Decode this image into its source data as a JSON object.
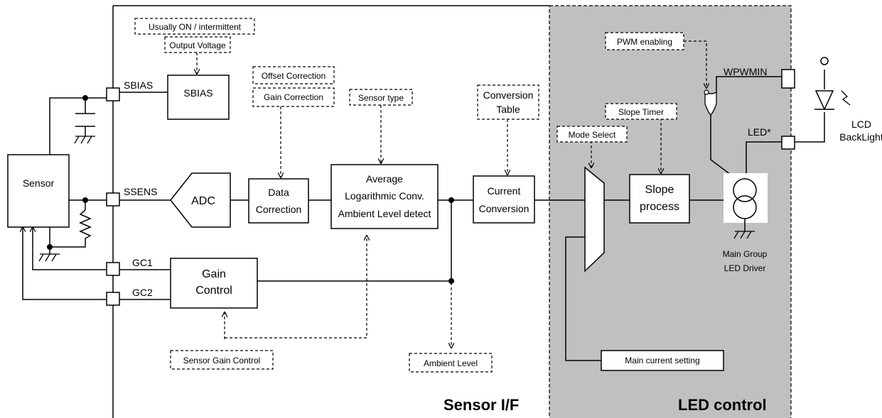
{
  "regions": {
    "sensor_if": "Sensor I/F",
    "led_control": "LED control"
  },
  "colors": {
    "led_region_fill": "#c0c0c0",
    "line": "#000000",
    "box_fill": "#ffffff"
  },
  "blocks": {
    "sensor": "Sensor",
    "sbias": "SBIAS",
    "adc": "ADC",
    "data_correction": [
      "Data",
      "Correction"
    ],
    "average": [
      "Average",
      "Logarithmic Conv.",
      "Ambient Level detect"
    ],
    "current_conversion": [
      "Current",
      "Conversion"
    ],
    "gain_control": [
      "Gain",
      "Control"
    ],
    "slope_process": [
      "Slope",
      "process"
    ],
    "main_current_setting": "Main current setting"
  },
  "pins": {
    "sbias": "SBIAS",
    "ssens": "SSENS",
    "gc1": "GC1",
    "gc2": "GC2",
    "wpwmin": "WPWMIN",
    "led": "LED*"
  },
  "settings": {
    "usually_on": "Usually ON / intermittent",
    "output_voltage": "Output Voltage",
    "offset_correction": "Offset Correction",
    "gain_correction": "Gain Correction",
    "sensor_type": "Sensor type",
    "conversion_table": [
      "Conversion",
      "Table"
    ],
    "mode_select": "Mode Select",
    "slope_timer": "Slope Timer",
    "pwm_enabling": "PWM enabling",
    "sensor_gain_control": "Sensor Gain Control",
    "ambient_level": "Ambient Level"
  },
  "external": {
    "lcd_backlight": [
      "LCD",
      "BackLight"
    ],
    "main_group_driver": [
      "Main Group",
      "LED Driver"
    ]
  },
  "icons": [
    "ground-icon",
    "capacitor-icon",
    "resistor-icon",
    "diode-icon",
    "current-source-icon",
    "or-gate-icon",
    "multiplexer-icon",
    "light-emission-icon"
  ]
}
